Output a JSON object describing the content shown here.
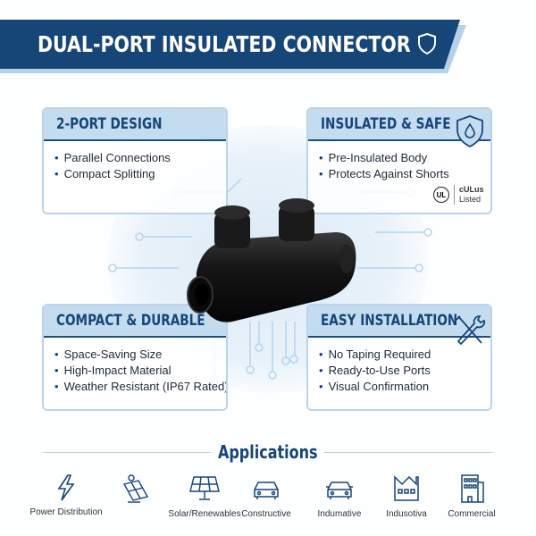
{
  "banner": {
    "title": "DUAL-PORT INSULATED CONNECTOR",
    "icon": "shield-icon"
  },
  "cards": [
    {
      "title": "2-PORT DESIGN",
      "items": [
        "Parallel Connections",
        "Compact Splitting"
      ]
    },
    {
      "title": "INSULATED & SAFE",
      "items": [
        "Pre-Insulated Body",
        "Protects Against Shorts"
      ],
      "icon": "shield-drop-icon",
      "cert": {
        "mark": "UL",
        "line1": "cULus",
        "line2": "Listed"
      }
    },
    {
      "title": "COMPACT & DURABLE",
      "items": [
        "Space-Saving Size",
        "High-Impact Material",
        "Weather Resistant (IP67 Rated)"
      ]
    },
    {
      "title": "EASY INSTALLATION",
      "items": [
        "No Taping Required",
        "Ready-to-Use Ports",
        "Visual Confirmation"
      ],
      "icon": "tools-icon"
    }
  ],
  "applications": {
    "title": "Applications",
    "items": [
      {
        "label": "Power Distribution",
        "icon": "lightning-icon"
      },
      {
        "label": "",
        "icon": "solar-sun-icon"
      },
      {
        "label": "Solar/Renewables",
        "icon": "solar-panel-icon"
      },
      {
        "label": "Constructive",
        "icon": "car-icon"
      },
      {
        "label": "Indumative",
        "icon": "car-icon"
      },
      {
        "label": "Indusotiva",
        "icon": "factory-icon"
      },
      {
        "label": "Commercial",
        "icon": "building-icon"
      }
    ]
  },
  "colors": {
    "navy": "#164578",
    "light_blue": "#c4dcf0",
    "shadow": "#b4d2ea"
  }
}
